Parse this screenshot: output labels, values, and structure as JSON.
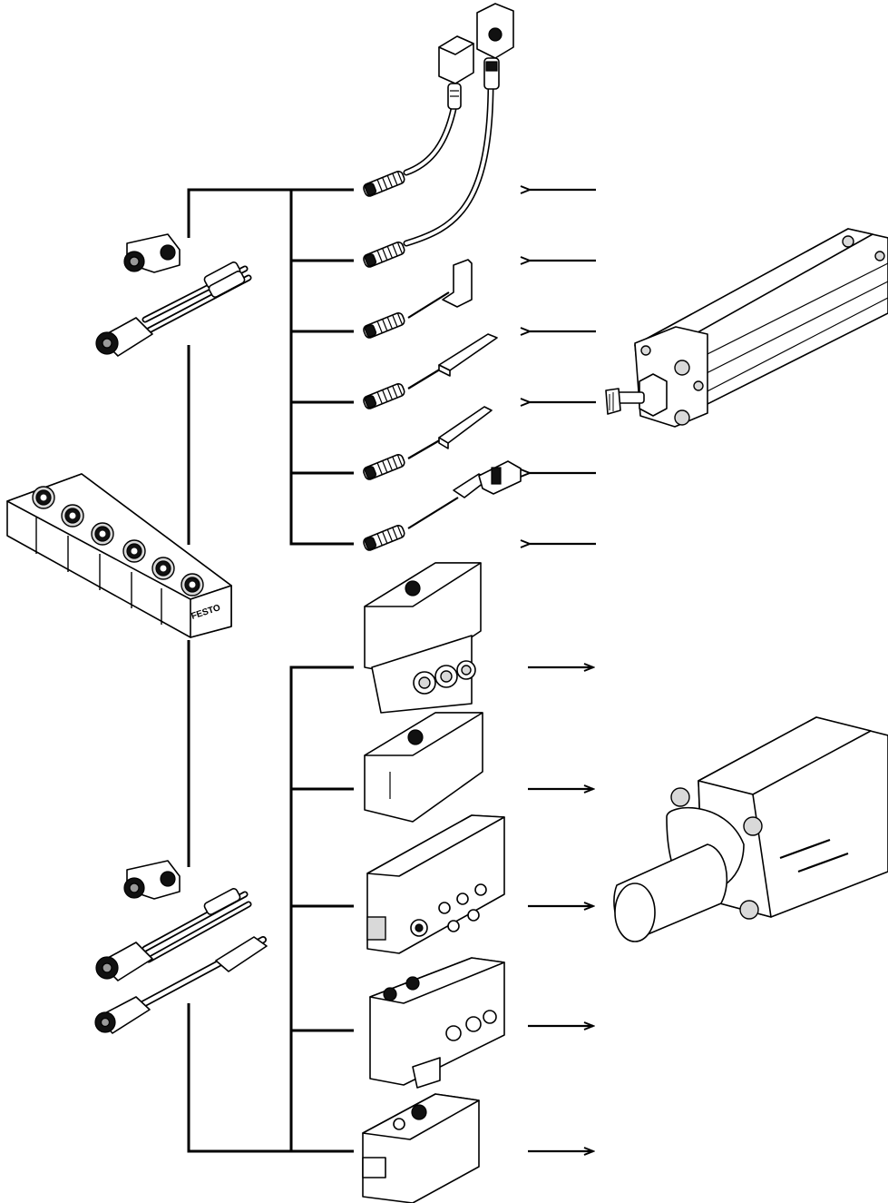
{
  "hub": {
    "brand_label": "FESTO"
  },
  "inputs": [
    {
      "name": "optical-sensor-input"
    },
    {
      "name": "proximity-sensor-input"
    },
    {
      "name": "slot-sensor-input-1"
    },
    {
      "name": "slot-sensor-input-2"
    },
    {
      "name": "slot-sensor-input-3"
    },
    {
      "name": "clip-sensor-input"
    }
  ],
  "outputs": [
    {
      "name": "valve-output-1"
    },
    {
      "name": "valve-output-2"
    },
    {
      "name": "valve-output-3"
    },
    {
      "name": "valve-output-4"
    },
    {
      "name": "valve-output-5"
    }
  ],
  "colors": {
    "line": "#000000",
    "fill": "#ffffff",
    "shade": "#d9d9d9"
  }
}
